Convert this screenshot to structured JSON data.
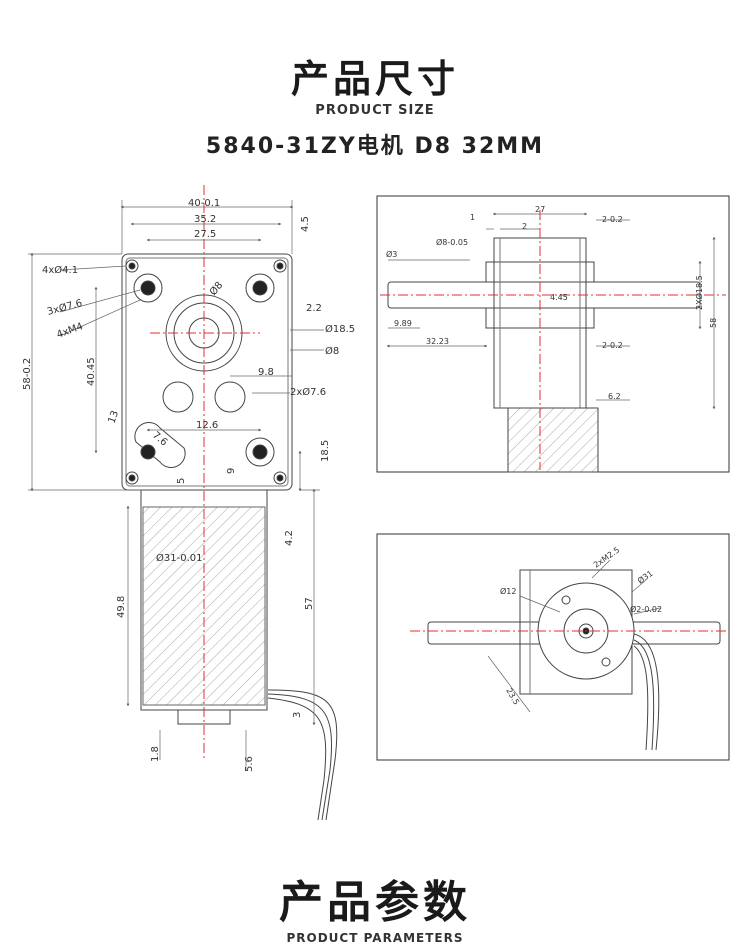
{
  "header": {
    "title_zh": "产品尺寸",
    "title_en": "PRODUCT SIZE",
    "model": "5840-31ZY电机  D8  32MM"
  },
  "footer": {
    "title_zh": "产品参数",
    "title_en": "PRODUCT PARAMETERS"
  },
  "front_view": {
    "dims": {
      "w40": "40-0.1",
      "w35": "35.2",
      "w27": "27.5",
      "h45": "4.5",
      "hole41": "4xØ4.1",
      "hole76": "3xØ7.6",
      "m4": "4xM4",
      "d8a": "Ø8",
      "d22": "2.2",
      "d185": "Ø18.5",
      "d8b": "Ø8",
      "h58": "58-0.2",
      "h4045": "40.45",
      "d98": "9.8",
      "hole2x": "2xØ7.6",
      "d13": "13",
      "d76": "7.6",
      "d126": "12.6",
      "d185v": "18.5",
      "d9": "9",
      "d5": "5",
      "d42": "4.2",
      "d31": "Ø31-0.01",
      "d498": "49.8",
      "d57": "57",
      "d3": "3",
      "d18": "1.8",
      "d56": "5.6"
    }
  },
  "side_view": {
    "dims": {
      "d27": "27",
      "d1": "1",
      "d2": "2",
      "d202a": "2-0.2",
      "d8s": "Ø8-0.05",
      "d3s": "Ø3",
      "d445": "4.45",
      "d2x": "2XØ18.5",
      "d58": "58",
      "d989": "9.89",
      "d3223": "32.23",
      "d202b": "2-0.2",
      "d62": "6.2"
    }
  },
  "end_view": {
    "dims": {
      "m25": "2xM2.5",
      "d12": "Ø12",
      "d31e": "Ø31",
      "d2e": "Ø2-0.02",
      "d235": "23.5"
    }
  },
  "colors": {
    "line": "#555555",
    "center": "#e03030",
    "hatch": "#999999"
  }
}
